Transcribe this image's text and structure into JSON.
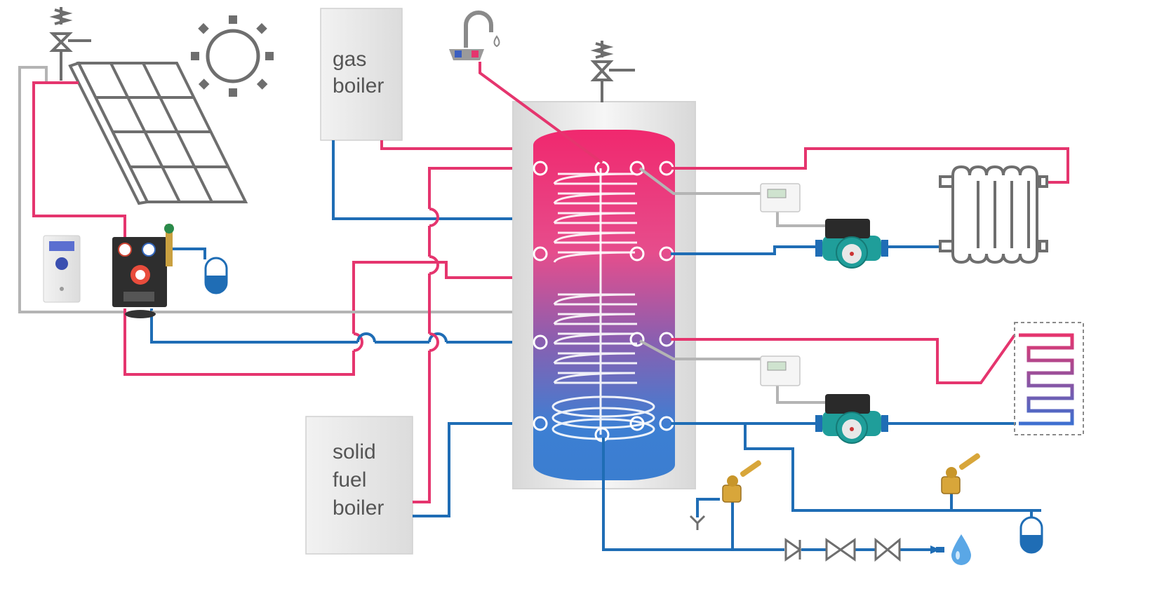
{
  "labels": {
    "gas_boiler_line1": "gas",
    "gas_boiler_line2": "boiler",
    "solid_line1": "solid",
    "solid_line2": "fuel",
    "solid_line3": "boiler"
  },
  "colors": {
    "hot": "#e5356e",
    "cold": "#1f6db5",
    "signal": "#b4b4b4",
    "outline": "#6e6e6e",
    "pump": "#1f9e9a"
  },
  "icons": [
    "sun-icon",
    "solar-panel-icon",
    "safety-valve-icon",
    "faucet-icon",
    "controller-icon",
    "pump-station-icon",
    "expansion-vessel-icon",
    "thermostat-icon",
    "circulation-pump-icon",
    "radiator-icon",
    "floor-heating-icon",
    "mixing-valve-icon",
    "check-valve-icon",
    "gate-valve-icon",
    "drain-icon",
    "water-drop-icon"
  ]
}
